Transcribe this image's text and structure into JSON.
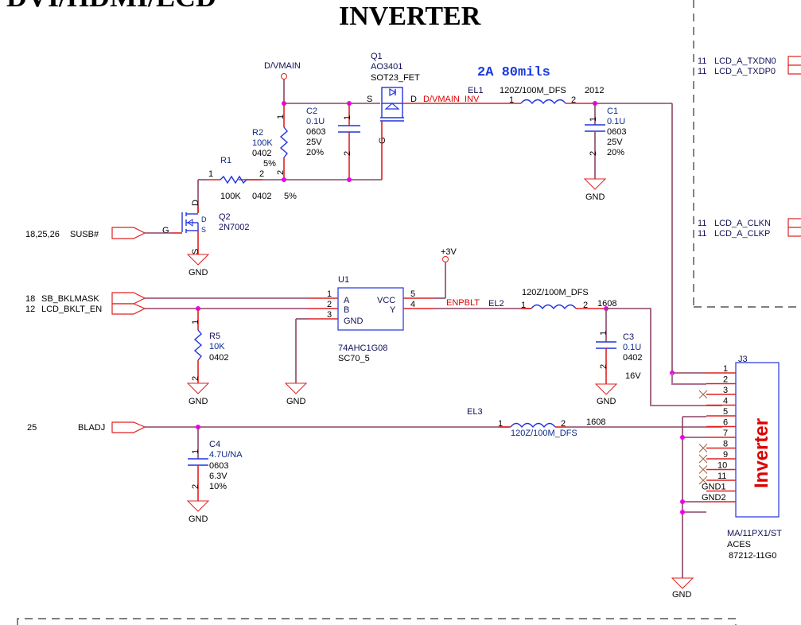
{
  "titles": {
    "left_partial": "DVI/HDMI/LCD",
    "center": "INVERTER"
  },
  "note": "2A 80mils",
  "nets": {
    "dvmain": "D/VMAIN",
    "dvmain_inv": "D/VMAIN_INV",
    "plus3v": "+3V",
    "enpblt": "ENPBLT",
    "gnd": "GND"
  },
  "ports": {
    "susb": {
      "pages": "18,25,26",
      "name": "SUSB#"
    },
    "sb_bklmask": {
      "pages": "18",
      "name": "SB_BKLMASK"
    },
    "lcd_bklt_en": {
      "pages": "12",
      "name": "LCD_BKLT_EN"
    },
    "bladj": {
      "pages": "25",
      "name": "BLADJ"
    },
    "right": [
      {
        "pages": "11",
        "name": "LCD_A_TXDN0"
      },
      {
        "pages": "11",
        "name": "LCD_A_TXDP0"
      },
      {
        "pages": "11",
        "name": "LCD_A_CLKN"
      },
      {
        "pages": "11",
        "name": "LCD_A_CLKP"
      }
    ]
  },
  "components": {
    "q1": {
      "ref": "Q1",
      "part": "AO3401",
      "pkg": "SOT23_FET",
      "pins": {
        "s": "S",
        "d": "D",
        "g": "G"
      }
    },
    "q2": {
      "ref": "Q2",
      "part": "2N7002",
      "pins": {
        "d": "D",
        "s": "S",
        "g": "G"
      }
    },
    "r1": {
      "ref": "R1",
      "value": "100K",
      "pkg": "0402",
      "tol": "5%"
    },
    "r2": {
      "ref": "R2",
      "value": "100K",
      "pkg": "0402",
      "tol": "5%"
    },
    "r5": {
      "ref": "R5",
      "value": "10K",
      "pkg": "0402"
    },
    "c1": {
      "ref": "C1",
      "value": "0.1U",
      "pkg": "0603",
      "volt": "25V",
      "tol": "20%"
    },
    "c2": {
      "ref": "C2",
      "value": "0.1U",
      "pkg": "0603",
      "volt": "25V",
      "tol": "20%"
    },
    "c3": {
      "ref": "C3",
      "value": "0.1U",
      "pkg": "0402",
      "volt": "16V"
    },
    "c4": {
      "ref": "C4",
      "value": "4.7U/NA",
      "pkg": "0603",
      "volt": "6.3V",
      "tol": "10%"
    },
    "el1": {
      "ref": "EL1",
      "value": "120Z/100M_DFS",
      "pkg": "2012"
    },
    "el2": {
      "ref": "EL2",
      "value": "120Z/100M_DFS",
      "pkg": "1608"
    },
    "el3": {
      "ref": "EL3",
      "value": "120Z/100M_DFS",
      "pkg": "1608"
    },
    "u1": {
      "ref": "U1",
      "part": "74AHC1G08",
      "pkg": "SC70_5",
      "pins": {
        "a": "A",
        "b": "B",
        "gnd": "GND",
        "vcc": "VCC",
        "y": "Y"
      }
    },
    "j3": {
      "ref": "J3",
      "label": "Inverter",
      "part": "MA/11PX1/ST",
      "vendor": "ACES",
      "pn": "87212-11G0",
      "pins": [
        "1",
        "2",
        "3",
        "4",
        "5",
        "6",
        "7",
        "8",
        "9",
        "10",
        "11",
        "GND1",
        "GND2"
      ]
    }
  },
  "pin_numbers": {
    "one": "1",
    "two": "2",
    "three": "3",
    "four": "4",
    "five": "5"
  }
}
